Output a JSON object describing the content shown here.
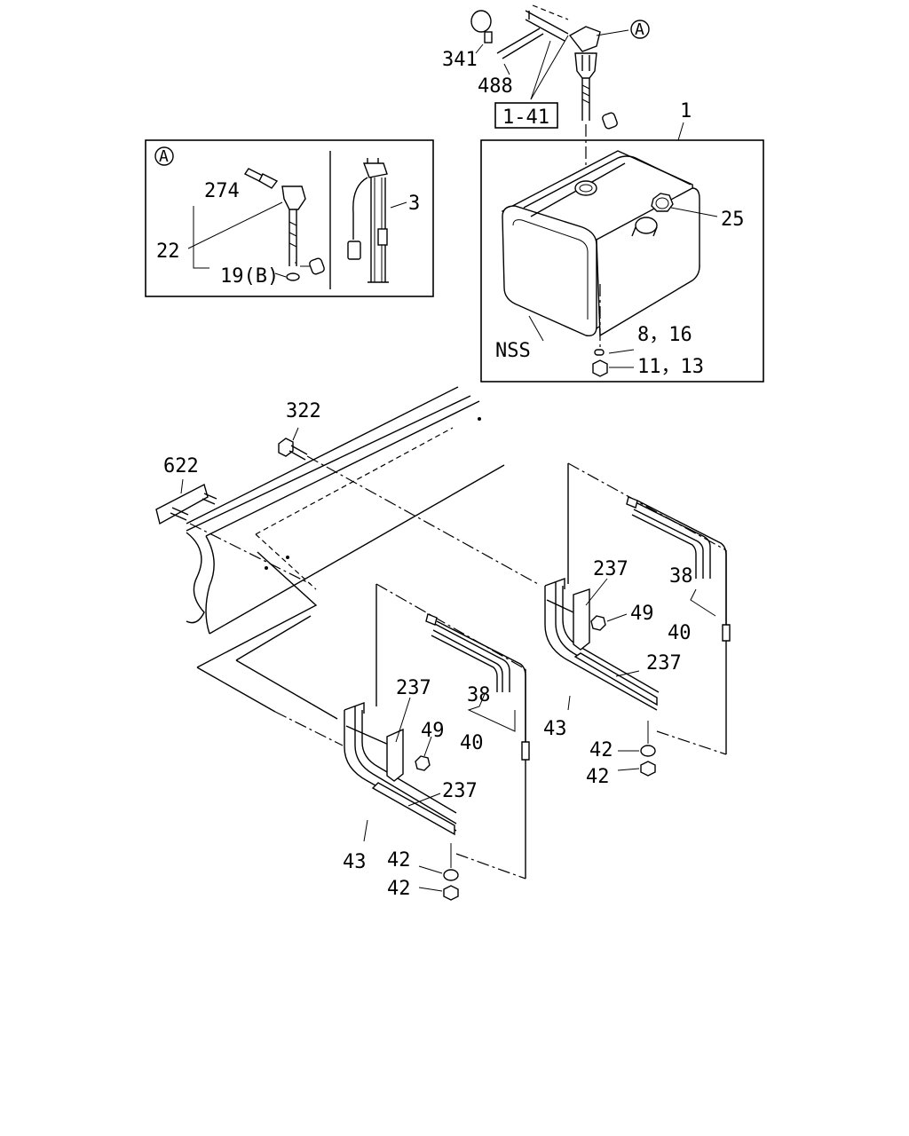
{
  "callouts": {
    "p341": "341",
    "p488": "488",
    "ref_1_41": "1-41",
    "detail_a_top": "A",
    "p1": "1",
    "detail_a_inset": "A",
    "p274": "274",
    "p22": "22",
    "p19b": "19(B)",
    "p3": "3",
    "p25": "25",
    "nss": "NSS",
    "p8_16": "8，16",
    "p11_13": "11，13",
    "p322": "322",
    "p622": "622",
    "r_237a": "237",
    "r_38": "38",
    "r_49": "49",
    "r_40": "40",
    "r_237b": "237",
    "r_43": "43",
    "r_42a": "42",
    "r_42b": "42",
    "l_237a": "237",
    "l_38": "38",
    "l_49": "49",
    "l_40": "40",
    "l_237b": "237",
    "l_43": "43",
    "l_42a": "42",
    "l_42b": "42"
  }
}
